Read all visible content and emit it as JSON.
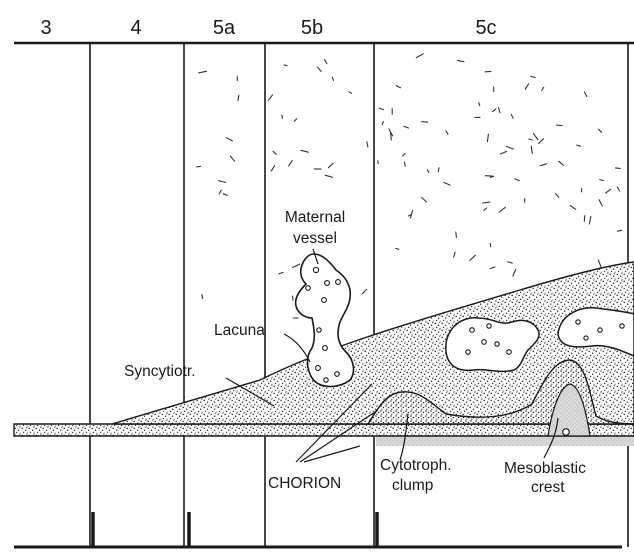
{
  "stages": [
    "3",
    "4",
    "5a",
    "5b",
    "5c"
  ],
  "labels": {
    "maternal_vessel_line1": "Maternal",
    "maternal_vessel_line2": "vessel",
    "lacuna": "Lacuna",
    "syncytiotrophoblast": "Syncytiotr.",
    "chorion": "CHORION",
    "cytotroph_line1": "Cytotroph.",
    "cytotroph_line2": "clump",
    "mesoblastic_line1": "Mesoblastic",
    "mesoblastic_line2": "crest"
  },
  "colors": {
    "ink": "#1a1a1a",
    "paper": "#ffffff",
    "mesoderm_shade": "#d6d6d6"
  }
}
